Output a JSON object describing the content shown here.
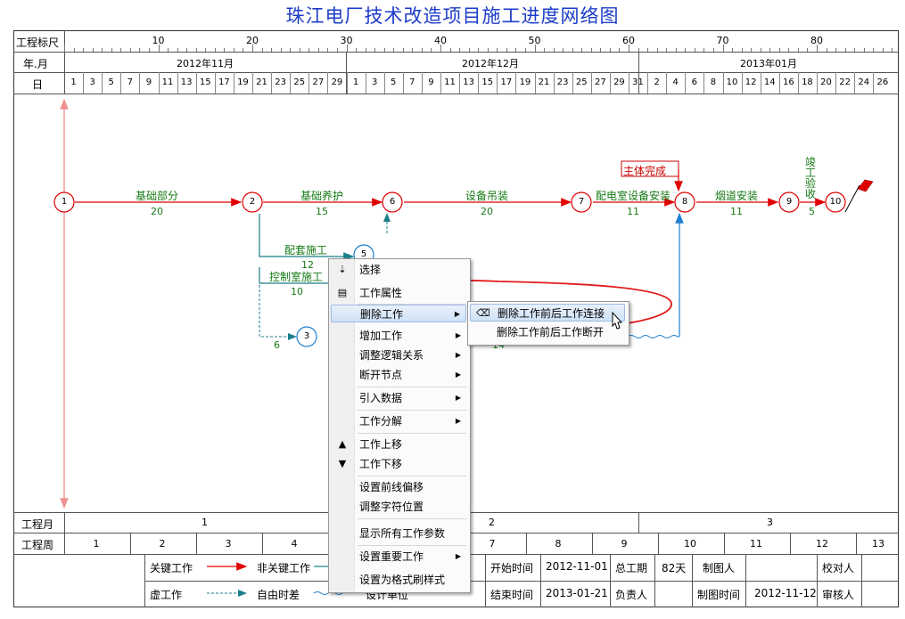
{
  "title": "珠江电厂技术改造项目施工进度网络图",
  "header": {
    "ruler_label": "工程标尺",
    "month_label": "年.月",
    "day_label": "日",
    "ruler_ticks": [
      "10",
      "20",
      "30",
      "40",
      "50",
      "60",
      "70",
      "80"
    ],
    "months": [
      "2012年11月",
      "2012年12月",
      "2013年01月"
    ],
    "days": [
      "1",
      "3",
      "5",
      "7",
      "9",
      "11",
      "13",
      "15",
      "17",
      "19",
      "21",
      "23",
      "25",
      "27",
      "29",
      "1",
      "3",
      "5",
      "7",
      "9",
      "11",
      "13",
      "15",
      "17",
      "19",
      "21",
      "23",
      "25",
      "27",
      "29",
      "31",
      "2",
      "4",
      "6",
      "8",
      "10",
      "12",
      "14",
      "16",
      "18",
      "20",
      "22",
      "24",
      "26"
    ]
  },
  "network": {
    "nodes": [
      "1",
      "2",
      "6",
      "7",
      "8",
      "9",
      "10",
      "5",
      "3"
    ],
    "tasks": {
      "jichu": "基础部分",
      "jichu_d": "20",
      "yanghu": "基础养护",
      "yanghu_d": "15",
      "diaozhuang": "设备吊装",
      "diaozhuang_d": "20",
      "peidian": "配电室设备安装",
      "peidian_d": "11",
      "yandao": "烟道安装",
      "yandao_d": "11",
      "yanshou": "竣工验收",
      "yanshou_d": "5",
      "peitao": "配套施工",
      "peitao_d": "12",
      "kongzhi": "控制室施工",
      "kongzhi_d": "10",
      "free6": "6",
      "free14": "14"
    },
    "milestone": "主体完成"
  },
  "bottom": {
    "month_label": "工程月",
    "months": [
      "1",
      "2",
      "3"
    ],
    "week_label": "工程周",
    "weeks": [
      "1",
      "2",
      "3",
      "4",
      "7",
      "8",
      "9",
      "10",
      "11",
      "12",
      "13"
    ]
  },
  "legend": {
    "critical": "关键工作",
    "noncritical": "非关键工作",
    "virtual": "虚工作",
    "float": "自由时差",
    "design_unit": "设计单位"
  },
  "info": {
    "start_label": "开始时间",
    "start": "2012-11-01",
    "total_label": "总工期",
    "total": "82天",
    "drawer_label": "制图人",
    "checker_label": "校对人",
    "end_label": "结束时间",
    "end": "2013-01-21",
    "owner_label": "负责人",
    "drawtime_label": "制图时间",
    "drawtime": "2012-11-12",
    "reviewer_label": "审核人"
  },
  "context_menu": {
    "items": [
      "选择",
      "工作属性",
      "删除工作",
      "增加工作",
      "调整逻辑关系",
      "断开节点",
      "引入数据",
      "工作分解",
      "工作上移",
      "工作下移",
      "设置前线偏移",
      "调整字符位置",
      "显示所有工作参数",
      "设置重要工作",
      "设置为格式刷样式"
    ]
  },
  "submenu": {
    "items": [
      "删除工作前后工作连接",
      "删除工作前后工作断开"
    ]
  },
  "colors": {
    "critical": "#e00000",
    "noncritical": "#1a7f8a",
    "title": "#1c3cc8",
    "label": "#157a15"
  }
}
